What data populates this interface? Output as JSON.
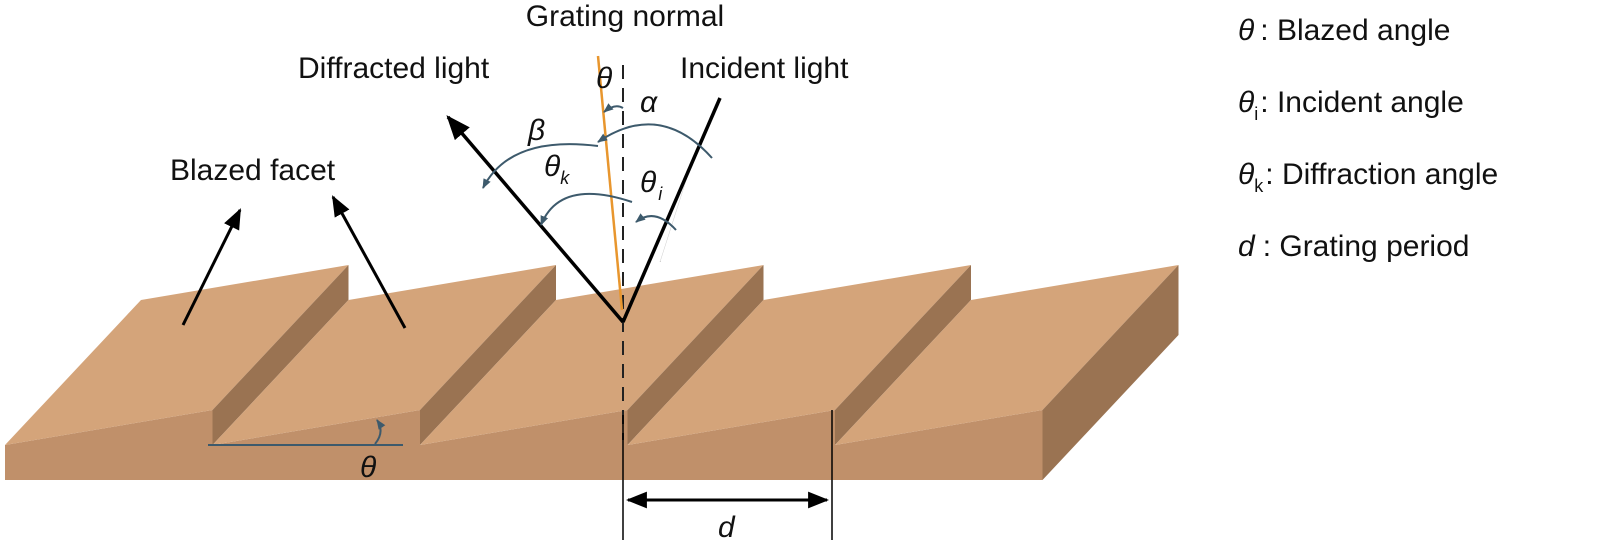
{
  "labels": {
    "grating_normal": "Grating normal",
    "diffracted_light": "Diffracted light",
    "incident_light": "Incident light",
    "blazed_facet": "Blazed facet",
    "theta_top": "θ",
    "alpha": "α",
    "beta": "β",
    "theta_k": "θ",
    "theta_k_sub": "k",
    "theta_i": "θ",
    "theta_i_sub": "i",
    "theta_facet": "θ",
    "d": "d"
  },
  "legend": [
    {
      "symbol": "θ",
      "sub": "",
      "text": ": Blazed angle"
    },
    {
      "symbol": "θ",
      "sub": "i",
      "text": ": Incident angle"
    },
    {
      "symbol": "θ",
      "sub": "k",
      "text": ": Diffraction angle"
    },
    {
      "symbol": "d",
      "sub": "",
      "text": ": Grating period"
    }
  ],
  "colors": {
    "top": "#D4A47A",
    "front": "#C0906A",
    "side": "#9A7352",
    "arc": "#3D5A6C",
    "blaze_line": "#E8962E"
  }
}
